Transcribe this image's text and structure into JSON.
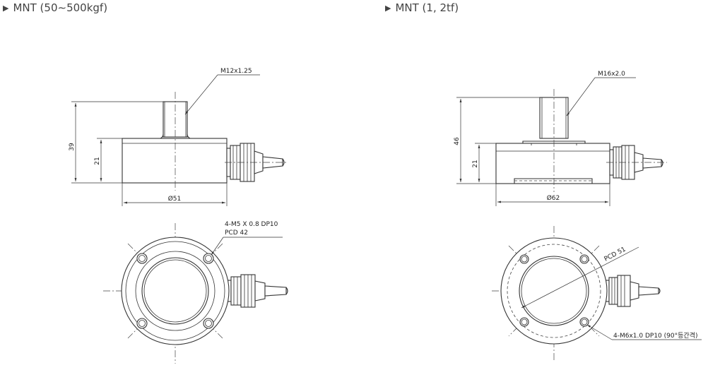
{
  "headings": {
    "left": "MNT (50∼500kgf)",
    "right": "MNT (1, 2tf)",
    "bullet": "▶"
  },
  "left_drawing": {
    "thread_label": "M12x1.25",
    "height_total": "39",
    "height_body": "21",
    "diameter": "Ø51",
    "hole_label_line1": "4-M5 X 0.8 DP10",
    "hole_label_line2": "PCD 42"
  },
  "right_drawing": {
    "thread_label": "M16x2.0",
    "height_total": "46",
    "height_body": "21",
    "diameter": "Ø62",
    "pcd_label": "PCD 51",
    "hole_label": "4-M6x1.0 DP10 (90°등간격)"
  }
}
